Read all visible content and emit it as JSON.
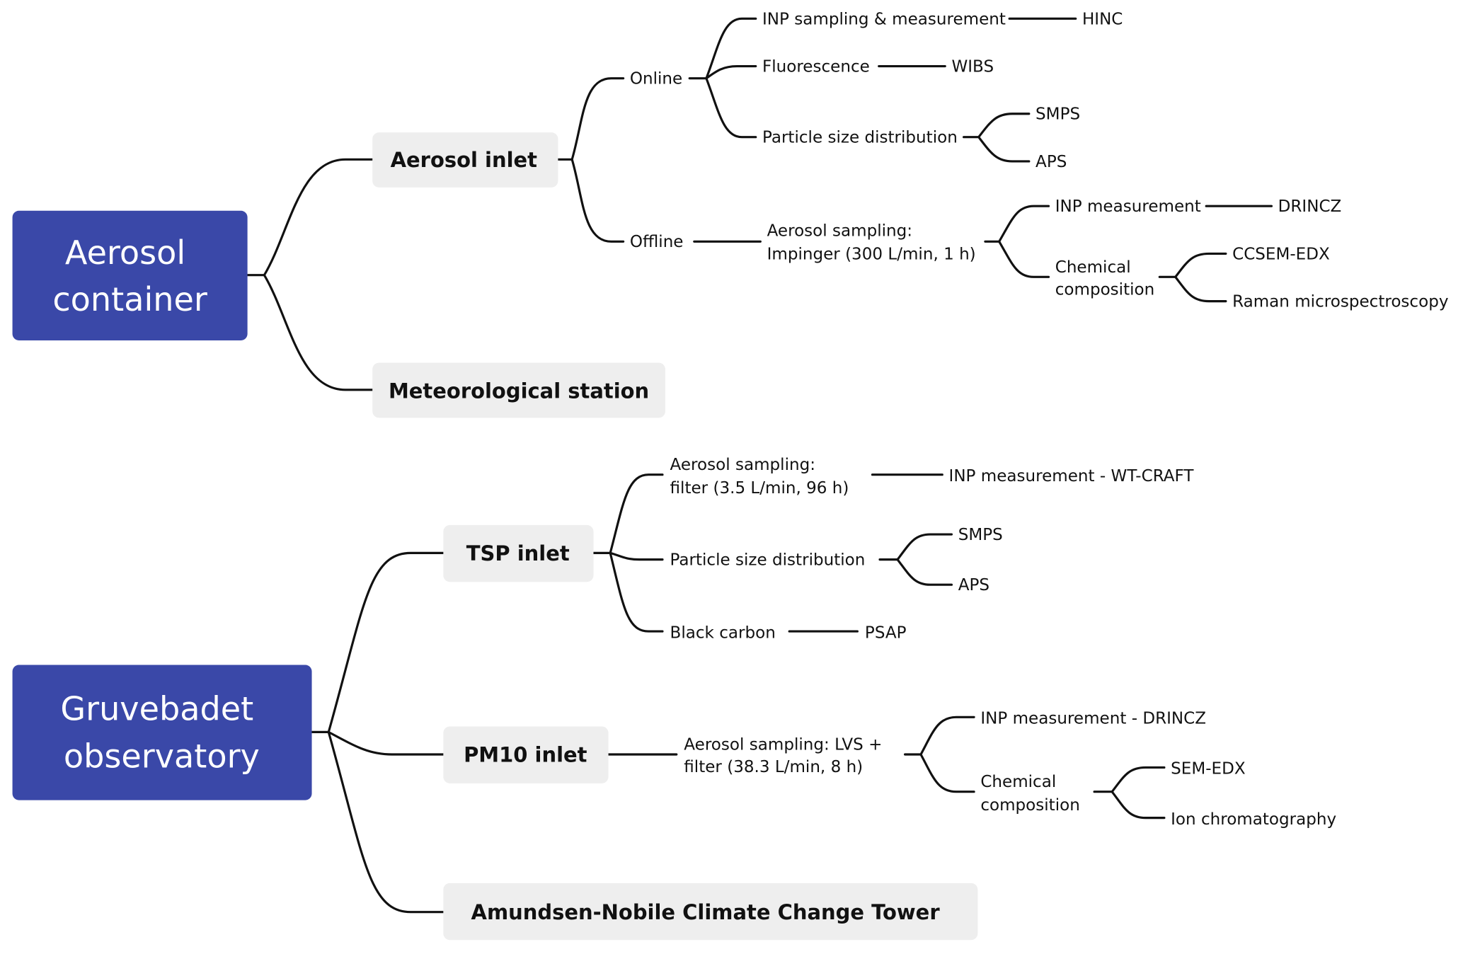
{
  "colors": {
    "root": "#3a48a8",
    "branch": "#eeeeee",
    "line": "#111111"
  },
  "trees": [
    {
      "root": [
        "Aerosol",
        "container"
      ],
      "branches": {
        "aerosol_inlet": "Aerosol inlet",
        "meteorological_station": "Meteorological station"
      },
      "nodes": {
        "online": "Online",
        "offline": "Offline",
        "inp_sampling": "INP sampling & measurement",
        "hinc": "HINC",
        "fluorescence": "Fluorescence",
        "wibs": "WIBS",
        "psd": "Particle size distribution",
        "smps": "SMPS",
        "aps": "APS",
        "impinger": [
          "Aerosol sampling:",
          "Impinger (300 L/min, 1 h)"
        ],
        "inp_measurement": "INP measurement",
        "drincz": "DRINCZ",
        "chem": [
          "Chemical",
          "composition"
        ],
        "ccsem": "CCSEM-EDX",
        "raman": "Raman microspectroscopy"
      }
    },
    {
      "root": [
        "Gruvebadet",
        "observatory"
      ],
      "branches": {
        "tsp_inlet": "TSP inlet",
        "pm10_inlet": "PM10 inlet",
        "tower": "Amundsen-Nobile Climate Change Tower"
      },
      "nodes": {
        "filter_sampling": [
          "Aerosol sampling:",
          "filter (3.5 L/min, 96 h)"
        ],
        "wt_craft": "INP measurement - WT-CRAFT",
        "psd": "Particle size distribution",
        "smps": "SMPS",
        "aps": "APS",
        "black_carbon": "Black carbon",
        "psap": "PSAP",
        "lvs": [
          "Aerosol sampling: LVS +",
          "filter (38.3 L/min, 8 h)"
        ],
        "inp_drincz": "INP measurement - DRINCZ",
        "chem": [
          "Chemical",
          "composition"
        ],
        "sem_edx": "SEM-EDX",
        "ion": "Ion chromatography"
      }
    }
  ]
}
